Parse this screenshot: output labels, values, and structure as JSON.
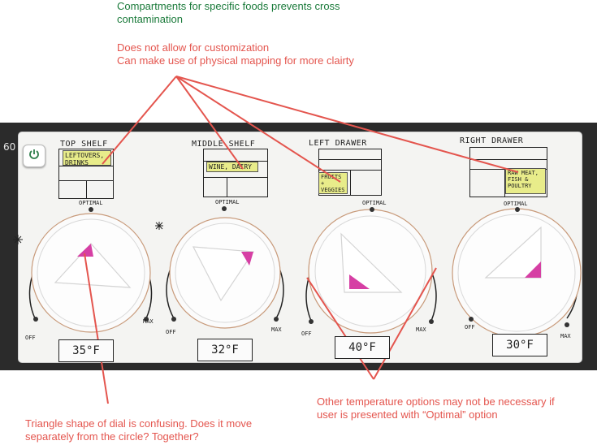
{
  "notes": {
    "compartments": "Compartments for specific foods prevents cross contamination",
    "customization": "Does not allow for customization",
    "mapping": "Can make use of physical mapping for more clairty",
    "triangle": "Triangle shape of dial is confusing. Does it move separately from the circle? Together?",
    "temperature": "Other temperature options may not be necessary if user is presented with “Optimal” option"
  },
  "board_number": "60",
  "dial_labels": {
    "optimal": "OPTIMAL",
    "off": "OFF",
    "max": "MAX"
  },
  "sections": [
    {
      "title": "TOP SHELF",
      "tag": "LEFTOVERS, DRINKS",
      "temp": "35°F"
    },
    {
      "title": "MIDDLE SHELF",
      "tag": "WINE, DAIRY",
      "temp": "32°F"
    },
    {
      "title": "LEFT DRAWER",
      "tag": "FRUITS + VEGGIES",
      "temp": "40°F"
    },
    {
      "title": "RIGHT DRAWER",
      "tag": "RAW MEAT, FISH & POULTRY",
      "temp": "30°F"
    }
  ],
  "colors": {
    "annotation_red": "#e4554e",
    "annotation_green": "#1a7a3a",
    "pointer_magenta": "#d63fa4",
    "tag_yellow": "#e8ec8a",
    "power_green": "#2e7d4a"
  },
  "icons": {
    "power": "power-icon",
    "snowflake": "snowflake-icon"
  }
}
